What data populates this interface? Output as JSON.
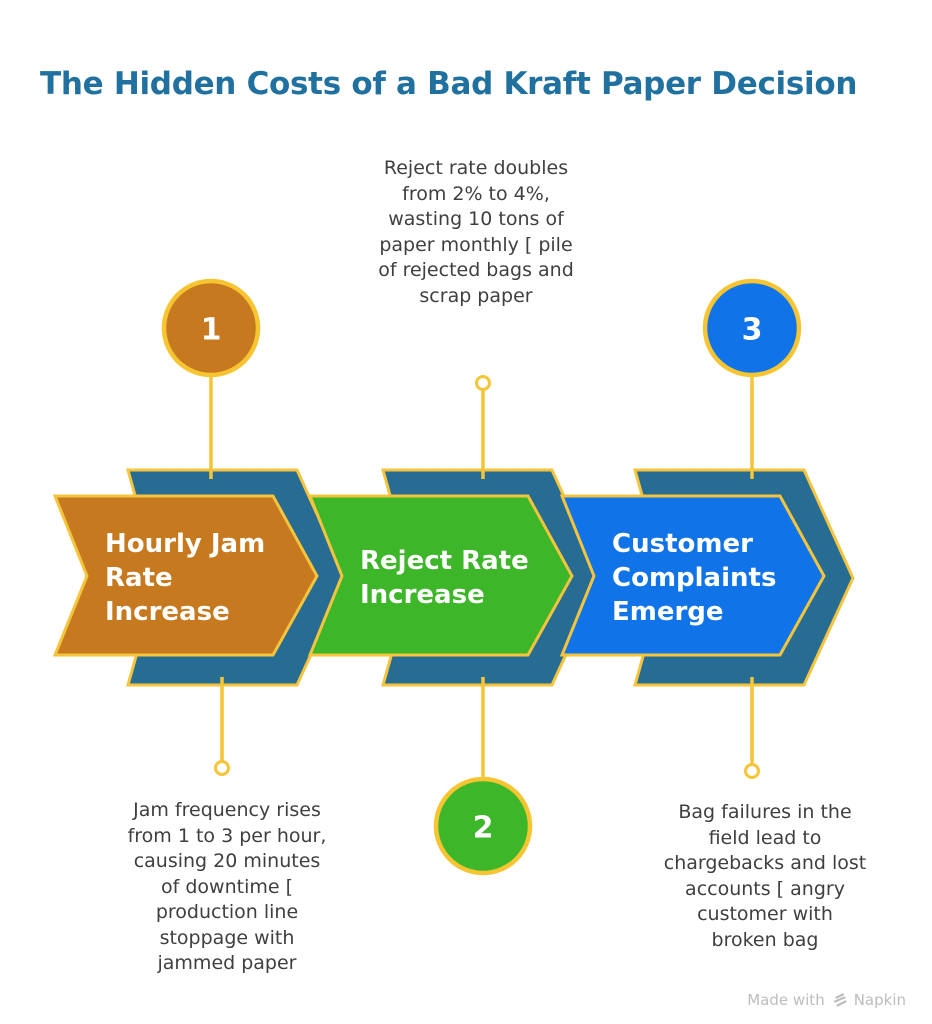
{
  "title": "The Hidden Costs of a Bad Kraft Paper Decision",
  "colors": {
    "title_text": "#20719F",
    "body_text": "#3F3F3F",
    "teal_shadow": "#266C93",
    "gold_outline": "#F5C43C",
    "step1_orange": "#C7791F",
    "step2_green": "#3EB629",
    "step3_blue": "#1173E8",
    "label_text": "#FFFFFF",
    "footer_text": "#BDBDBD"
  },
  "steps": [
    {
      "number": "1",
      "label": "Hourly Jam\nRate\nIncrease",
      "description": "Jam frequency rises\nfrom 1 to 3 per hour,\ncausing 20 minutes\nof downtime [\nproduction line\nstoppage with\njammed paper"
    },
    {
      "number": "2",
      "label": "Reject Rate\nIncrease",
      "description": "Reject rate doubles\nfrom 2% to 4%,\nwasting 10 tons of\npaper monthly [ pile\nof rejected bags and\nscrap paper"
    },
    {
      "number": "3",
      "label": "Customer\nComplaints\nEmerge",
      "description": "Bag failures in the\nfield lead to\nchargebacks and lost\naccounts [ angry\ncustomer with\nbroken bag"
    }
  ],
  "footer": {
    "made_with": "Made with",
    "brand": "Napkin"
  }
}
